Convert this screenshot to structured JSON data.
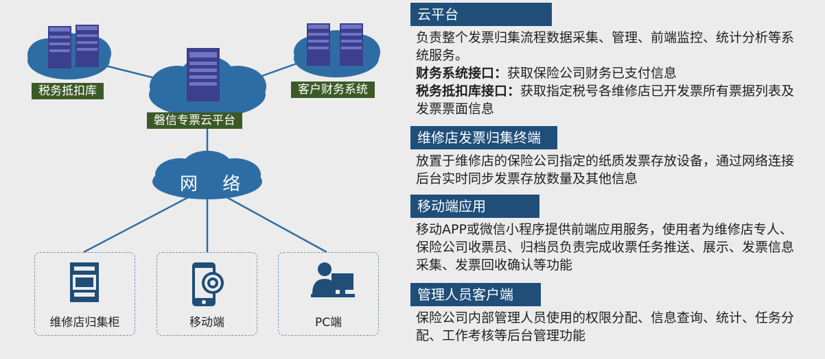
{
  "diagram": {
    "cloud_center_label": "磐信专票云平台",
    "cloud_left_label": "税务抵扣库",
    "cloud_right_label": "客户财务系统",
    "network_label": "网 络",
    "devices": [
      {
        "label": "维修店归集柜",
        "icon": "cabinet-icon"
      },
      {
        "label": "移动端",
        "icon": "mobile-gear-icon"
      },
      {
        "label": "PC端",
        "icon": "pc-user-icon"
      }
    ],
    "colors": {
      "cloud": "#2e6da4",
      "tag": "#3c5a28",
      "line": "#2e6da4",
      "header": "#1f4e79",
      "server": "#3b3f8c",
      "icon": "#1f4e79"
    }
  },
  "panels": [
    {
      "title": "云平台",
      "lines": [
        {
          "bold": "",
          "text": "负责整个发票归集流程数据采集、管理、前端监控、统计分析等系统服务。"
        },
        {
          "bold": "财务系统接口：",
          "text": "获取保险公司财务已支付信息"
        },
        {
          "bold": "税务抵扣库接口：",
          "text": "获取指定税号各维修店已开发票所有票据列表及发票票面信息"
        }
      ]
    },
    {
      "title": "维修店发票归集终端",
      "lines": [
        {
          "bold": "",
          "text": "放置于维修店的保险公司指定的纸质发票存放设备，通过网络连接后台实时同步发票存放数量及其他信息"
        }
      ]
    },
    {
      "title": "移动端应用",
      "lines": [
        {
          "bold": "",
          "text": "移动APP或微信小程序提供前端应用服务，使用者为维修店专人、保险公司收票员、归档员负责完成收票任务推送、展示、发票信息采集、发票回收确认等功能"
        }
      ]
    },
    {
      "title": "管理人员客户端",
      "lines": [
        {
          "bold": "",
          "text": "保险公司内部管理人员使用的权限分配、信息查询、统计、任务分配、工作考核等后台管理功能"
        }
      ]
    }
  ]
}
